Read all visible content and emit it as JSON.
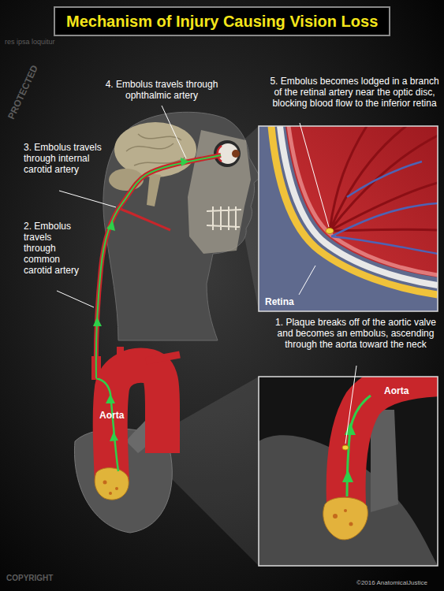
{
  "diagram": {
    "title": "Mechanism of Injury Causing Vision Loss",
    "labels": [
      "4. Embolus travels through ophthalmic artery",
      "5. Embolus becomes lodged in a branch of the retinal artery near the optic disc, blocking blood flow to the inferior retina",
      "3. Embolus travels through internal carotid artery",
      "2. Embolus travels through common carotid artery",
      "Retina",
      "1. Plaque breaks off of the aortic valve and becomes an embolus, ascending through the aorta toward the neck",
      "Aorta",
      "Aorta",
      "©2016 AnatomicalJustice",
      "PROTECTED",
      "res ipsa loquitur",
      "COPYRIGHT"
    ]
  }
}
